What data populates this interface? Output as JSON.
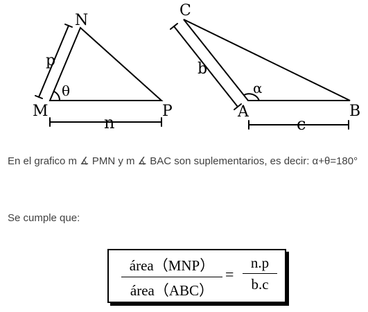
{
  "figure": {
    "left_triangle": {
      "vertices": {
        "M": "M",
        "N": "N",
        "P": "P"
      },
      "sides": {
        "p": "p",
        "n": "n"
      },
      "angle": "θ"
    },
    "right_triangle": {
      "vertices": {
        "A": "A",
        "B": "B",
        "C": "C"
      },
      "sides": {
        "b": "b",
        "c": "c"
      },
      "angle": "α"
    }
  },
  "text": {
    "statement": "En el grafico m ∡ PMN y m ∡ BAC son suplementarios, es decir: α+θ=180°",
    "conclusion_intro": "Se cumple que:"
  },
  "formula": {
    "left_numerator": "área（MNP）",
    "left_denominator": "área（ABC）",
    "equals": "=",
    "right_numerator": "n.p",
    "right_denominator": "b.c"
  }
}
